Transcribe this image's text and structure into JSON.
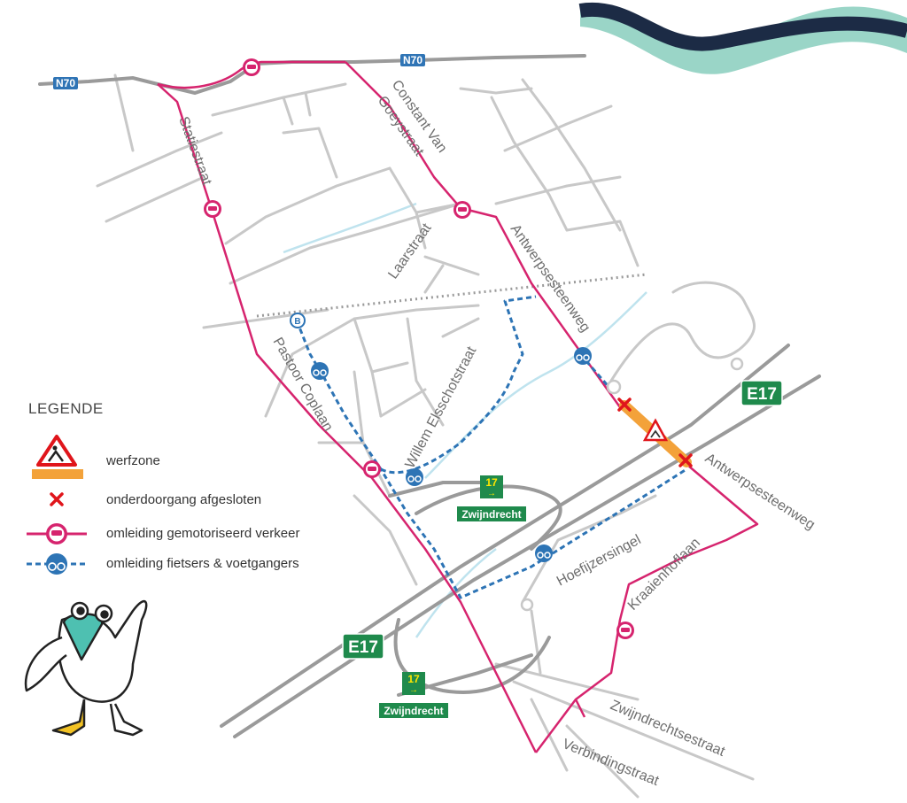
{
  "map": {
    "roads": {
      "n70": "N70",
      "e17": "E17"
    },
    "streets": {
      "statiestraat": "Statiestraat",
      "constant_van_1": "Constant Van",
      "constant_van_2": "Goeystraat",
      "laarstraat": "Laarstraat",
      "antwerpsesteenweg": "Antwerpsesteenweg",
      "pastoor_coplaan": "Pastoor Coplaan",
      "willem_elsschotstraat": "Willem Elsschotstraat",
      "hoefijzersingel": "Hoefijzersingel",
      "kraaienhoflaan": "Kraaienhoflaan",
      "zwijndrechtsestraat": "Zwijndrechtsestraat",
      "verbindingstraat": "Verbindingstraat"
    },
    "exits": [
      {
        "number": "17",
        "name": "Zwijndrecht"
      },
      {
        "number": "17",
        "name": "Zwijndrecht"
      }
    ],
    "colors": {
      "car_detour": "#d6246e",
      "bike_detour": "#2d74b5",
      "worksite": "#f3a23a",
      "closed": "#e0151b",
      "streets": "#c8c8c8",
      "motorway": "#9a9a9a",
      "road_shield": "#2f74b5",
      "motorway_shield": "#1f8a4c",
      "water": "#bfe3ee",
      "wave_dark": "#1c2b45",
      "wave_light": "#8fd0c1"
    }
  },
  "legend": {
    "title": "LEGENDE",
    "items": [
      {
        "label": "werfzone",
        "icon": "worksite-icon"
      },
      {
        "label": "onderdoorgang afgesloten",
        "icon": "cross-icon"
      },
      {
        "label": "omleiding gemotoriseerd verkeer",
        "icon": "car-icon"
      },
      {
        "label": "omleiding fietsers & voetgangers",
        "icon": "bicycle-icon"
      }
    ]
  }
}
